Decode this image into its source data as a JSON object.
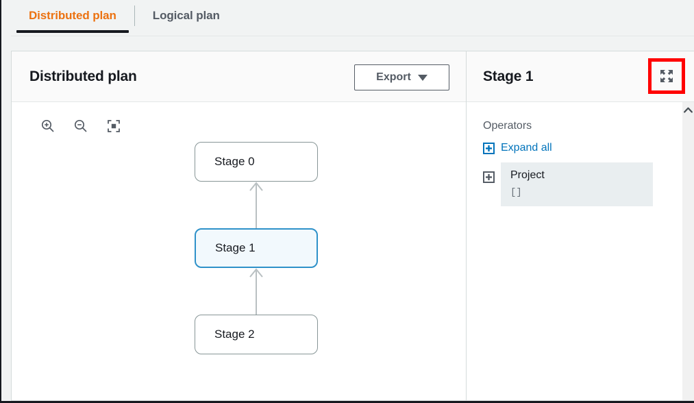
{
  "tabs": [
    {
      "label": "Distributed plan",
      "active": true,
      "name": "tab-distributed-plan"
    },
    {
      "label": "Logical plan",
      "active": false,
      "name": "tab-logical-plan"
    }
  ],
  "left_panel": {
    "title": "Distributed plan",
    "export_label": "Export",
    "toolbar": {
      "zoom_in": "zoom-in-icon",
      "zoom_out": "zoom-out-icon",
      "fit_screen": "fit-to-screen-icon"
    },
    "graph": {
      "nodes": [
        {
          "label": "Stage 0",
          "selected": false
        },
        {
          "label": "Stage 1",
          "selected": true
        },
        {
          "label": "Stage 2",
          "selected": false
        }
      ],
      "cursor": "grab-hand-cursor"
    }
  },
  "right_panel": {
    "title": "Stage 1",
    "expand_icon": "expand-fullscreen-icon",
    "operators_label": "Operators",
    "expand_all_label": "Expand all",
    "operators": [
      {
        "name": "Project",
        "detail": "[]"
      }
    ]
  },
  "colors": {
    "accent_orange": "#ec7211",
    "link_blue": "#0073bb",
    "selected_border": "#2e91c9",
    "highlight_red": "#ff0000",
    "text_dark": "#16191f",
    "text_muted": "#545b64"
  }
}
